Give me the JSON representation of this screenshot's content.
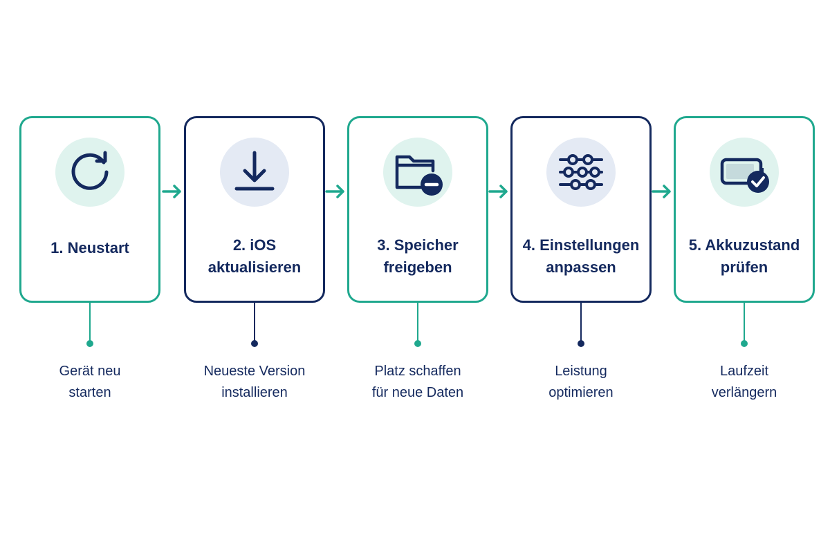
{
  "colors": {
    "teal": "#1fa88e",
    "navy": "#14295e",
    "teal_bg": "#dff3ee",
    "navy_bg": "#e4eaf4"
  },
  "steps": [
    {
      "title_line1": "1. Neustart",
      "title_line2": "",
      "icon": "restart-icon",
      "desc_line1": "Gerät neu",
      "desc_line2": "starten",
      "accent": "teal"
    },
    {
      "title_line1": "2. iOS",
      "title_line2": "aktualisieren",
      "icon": "download-icon",
      "desc_line1": "Neueste Version",
      "desc_line2": "installieren",
      "accent": "navy"
    },
    {
      "title_line1": "3. Speicher",
      "title_line2": "freigeben",
      "icon": "folder-minus-icon",
      "desc_line1": "Platz schaffen",
      "desc_line2": "für neue Daten",
      "accent": "teal"
    },
    {
      "title_line1": "4. Einstellungen",
      "title_line2": "anpassen",
      "icon": "sliders-icon",
      "desc_line1": "Leistung",
      "desc_line2": "optimieren",
      "accent": "navy"
    },
    {
      "title_line1": "5. Akkuzustand",
      "title_line2": "prüfen",
      "icon": "battery-check-icon",
      "desc_line1": "Laufzeit",
      "desc_line2": "verlängern",
      "accent": "teal"
    }
  ]
}
